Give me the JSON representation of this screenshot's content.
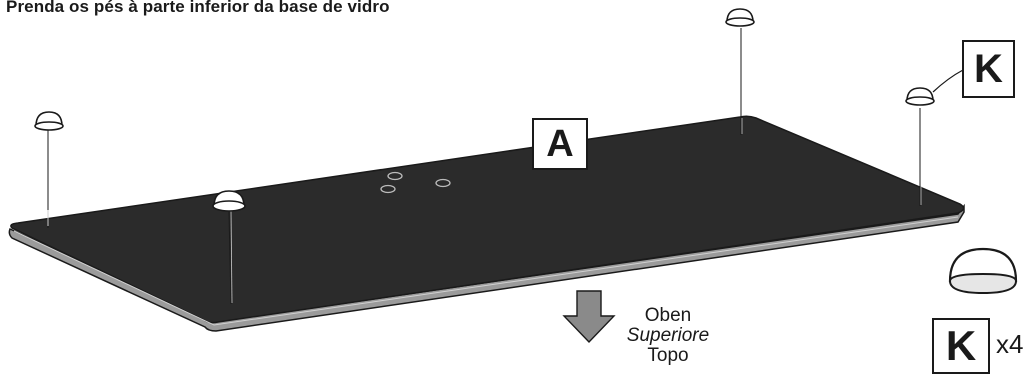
{
  "instruction": "Prenda os pés à parte inferior da base de vidro",
  "labels": {
    "glass_base": "A",
    "feet_callout": "K",
    "feet_part": "K"
  },
  "quantity": "x4",
  "orientation": {
    "de": "Oben",
    "it": "Superiore",
    "pt": "Topo"
  },
  "colors": {
    "glass_top": "#2b2b2b",
    "glass_edge": "#9a9a9a",
    "arrow_fill": "#8a8a8a",
    "line": "#1a1a1a"
  },
  "icons": [
    "rubber-foot-icon",
    "down-arrow-icon"
  ]
}
